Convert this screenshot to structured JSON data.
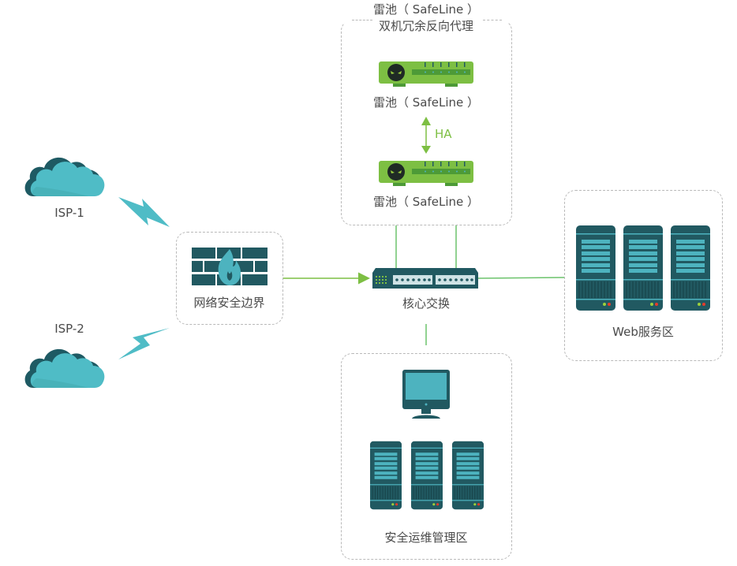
{
  "colors": {
    "cloud": "#4fbcc6",
    "cloud_dark": "#1e5a63",
    "teal_dark": "#215961",
    "teal_light": "#4db3bf",
    "safeline_green": "#7dbf43",
    "safeline_dark_green": "#4d9a37",
    "link_green": "#6cc36c",
    "dashed_border": "#b9b9b9"
  },
  "nodes": {
    "isp1": {
      "label": "ISP-1",
      "icon": "cloud-icon"
    },
    "isp2": {
      "label": "ISP-2",
      "icon": "cloud-icon"
    },
    "firewall": {
      "label": "网络安全边界",
      "icon": "firewall-icon"
    },
    "safeline_group": {
      "title_line1": "雷池（ SafeLine ）",
      "title_line2": "双机冗余反向代理"
    },
    "safeline_primary": {
      "label": "雷池（ SafeLine ）",
      "icon": "safeline-appliance-icon"
    },
    "safeline_secondary": {
      "label": "雷池（ SafeLine ）",
      "icon": "safeline-appliance-icon"
    },
    "ha_link": {
      "label": "HA"
    },
    "core_switch": {
      "label": "核心交换",
      "icon": "switch-icon"
    },
    "web_zone": {
      "label": "Web服务区",
      "servers": 3
    },
    "ops_zone": {
      "label": "安全运维管理区",
      "servers": 3,
      "icon": "monitor-icon"
    }
  }
}
